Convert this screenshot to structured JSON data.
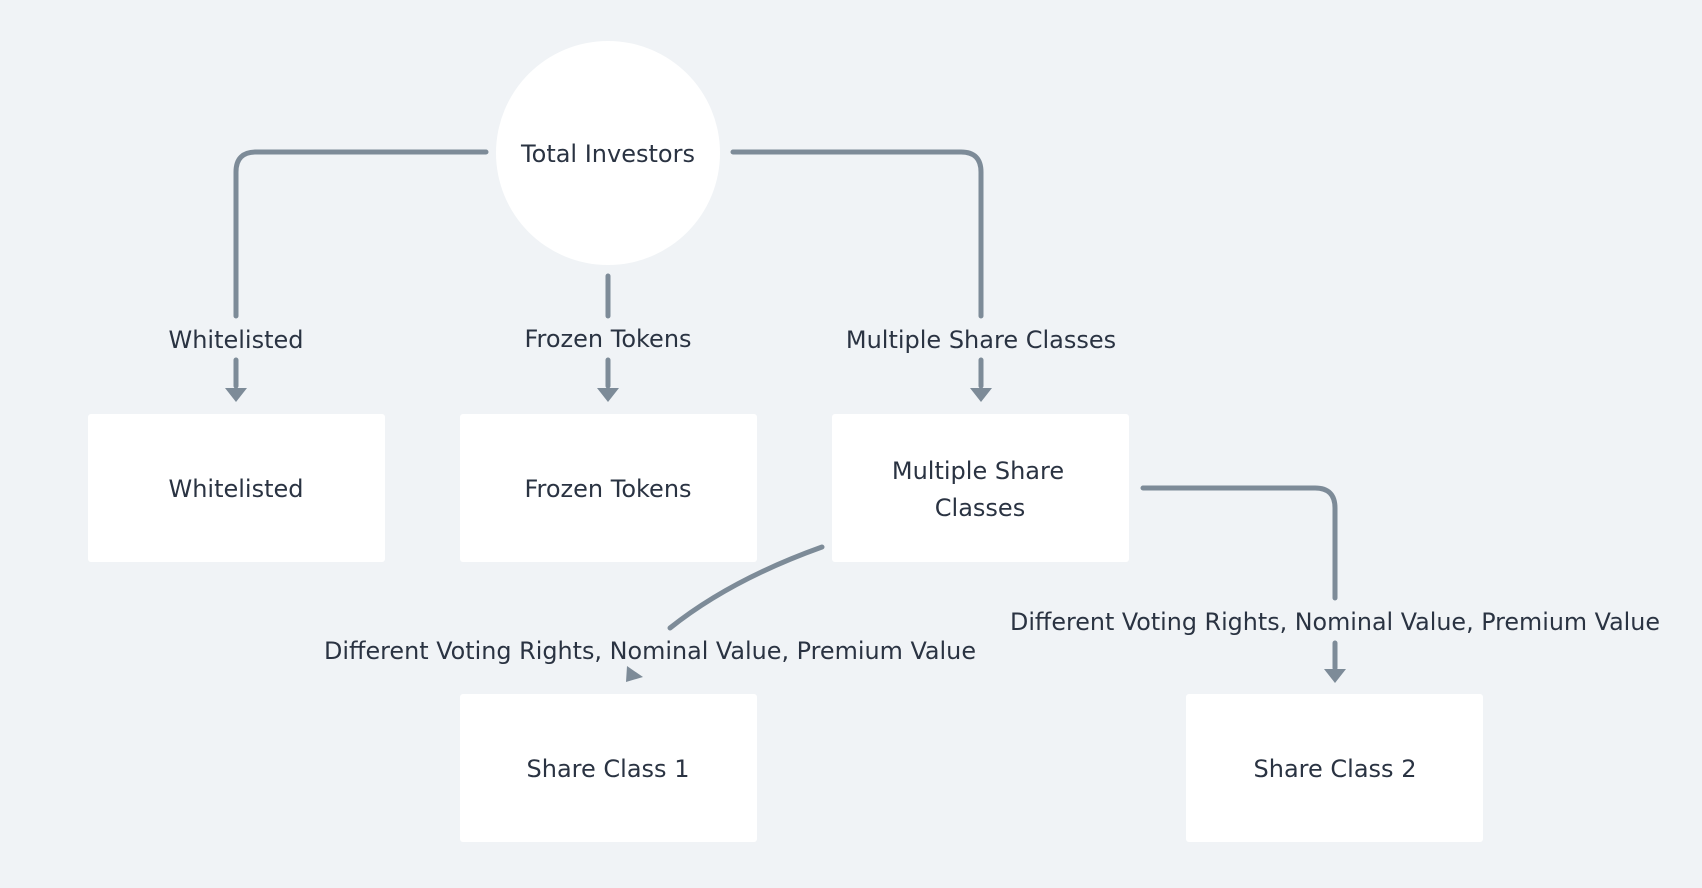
{
  "diagram": {
    "nodes": {
      "root": {
        "label": "Total Investors"
      },
      "whitelisted": {
        "label": "Whitelisted"
      },
      "frozen": {
        "label": "Frozen Tokens"
      },
      "multi": {
        "label_line1": "Multiple Share",
        "label_line2": "Classes"
      },
      "class1": {
        "label": "Share Class 1"
      },
      "class2": {
        "label": "Share Class 2"
      }
    },
    "edges": {
      "to_whitelisted": {
        "label": "Whitelisted"
      },
      "to_frozen": {
        "label": "Frozen Tokens"
      },
      "to_multi": {
        "label": "Multiple Share Classes"
      },
      "to_class1": {
        "label": "Different Voting Rights, Nominal Value, Premium Value"
      },
      "to_class2": {
        "label": "Different Voting Rights, Nominal Value, Premium Value"
      }
    },
    "colors": {
      "background": "#f0f3f6",
      "node_fill": "#ffffff",
      "edge_stroke": "#7d8b98",
      "text": "#2a3342"
    }
  }
}
